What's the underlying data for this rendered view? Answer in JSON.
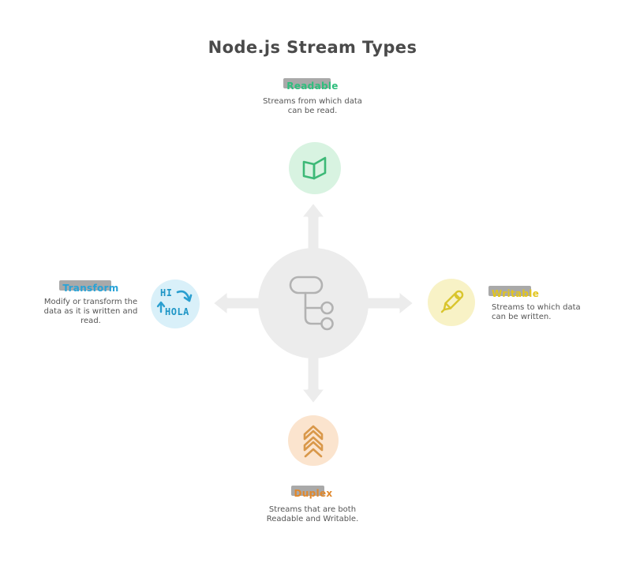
{
  "title": "Node.js Stream Types",
  "colors": {
    "title_text": "#4a4a4a",
    "body_text": "#555555",
    "label_highlight_bar": "#a9a9a9",
    "hub_fill": "#ececec",
    "hub_glyph": "#b2b2b2",
    "readable_accent": "#2fbe7d",
    "readable_bg": "#d8f3e1",
    "writable_accent": "#e2c51e",
    "writable_bg": "#f8f2c6",
    "duplex_accent": "#e0882c",
    "duplex_bg": "#fbe4ce",
    "transform_accent": "#29a3d7",
    "transform_bg": "#d9f0f9"
  },
  "center": {
    "icon": "flowchart-icon"
  },
  "nodes": {
    "readable": {
      "label": "Readable",
      "description": "Streams from which data can be read.",
      "icon": "open-book-icon",
      "position": "top"
    },
    "writable": {
      "label": "Writable",
      "description": "Streams to which data can be written.",
      "icon": "pen-icon",
      "position": "right"
    },
    "duplex": {
      "label": "Duplex",
      "description": "Streams that are both Readable and Writable.",
      "icon": "chevrons-up-icon",
      "position": "bottom"
    },
    "transform": {
      "label": "Transform",
      "description": "Modify or transform the data as it is written and read.",
      "icon": "translate-icon",
      "icon_text_top": "HI",
      "icon_text_bottom": "HOLA",
      "position": "left"
    }
  }
}
